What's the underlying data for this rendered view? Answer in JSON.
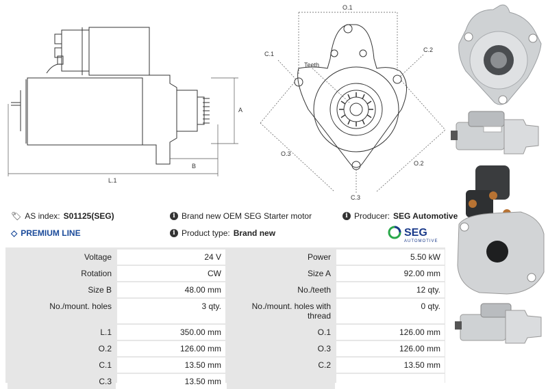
{
  "drawing": {
    "labels": {
      "a": "A",
      "b": "B",
      "l1": "L.1",
      "o1": "O.1",
      "o2": "O.2",
      "o3": "O.3",
      "c1": "C.1",
      "c2": "C.2",
      "c3": "C.3",
      "teeth": "Teeth"
    }
  },
  "info": {
    "as_index_label": "AS index:",
    "as_index_value": "S01125(SEG)",
    "premium_line": "PREMIUM LINE",
    "brand_new_text": "Brand new OEM SEG Starter motor",
    "product_type_label": "Product type:",
    "product_type_value": "Brand new",
    "producer_label": "Producer:",
    "producer_value": "SEG Automotive",
    "logo_main": "SEG",
    "logo_sub": "AUTOMOTIVE"
  },
  "specs": [
    {
      "l1": "Voltage",
      "v1": "24 V",
      "l2": "Power",
      "v2": "5.50 kW"
    },
    {
      "l1": "Rotation",
      "v1": "CW",
      "l2": "Size A",
      "v2": "92.00 mm"
    },
    {
      "l1": "Size B",
      "v1": "48.00 mm",
      "l2": "No./teeth",
      "v2": "12 qty."
    },
    {
      "l1": "No./mount. holes",
      "v1": "3 qty.",
      "l2": "No./mount. holes with thread",
      "v2": "0 qty."
    },
    {
      "l1": "L.1",
      "v1": "350.00 mm",
      "l2": "O.1",
      "v2": "126.00 mm"
    },
    {
      "l1": "O.2",
      "v1": "126.00 mm",
      "l2": "O.3",
      "v2": "126.00 mm"
    },
    {
      "l1": "C.1",
      "v1": "13.50 mm",
      "l2": "C.2",
      "v2": "13.50 mm"
    },
    {
      "l1": "C.3",
      "v1": "13.50 mm",
      "l2": "",
      "v2": ""
    }
  ],
  "colors": {
    "premium": "#1a4a9a",
    "logo_green": "#2aa84a",
    "logo_blue": "#1a3a8a",
    "table_label_bg": "#e6e6e6"
  }
}
